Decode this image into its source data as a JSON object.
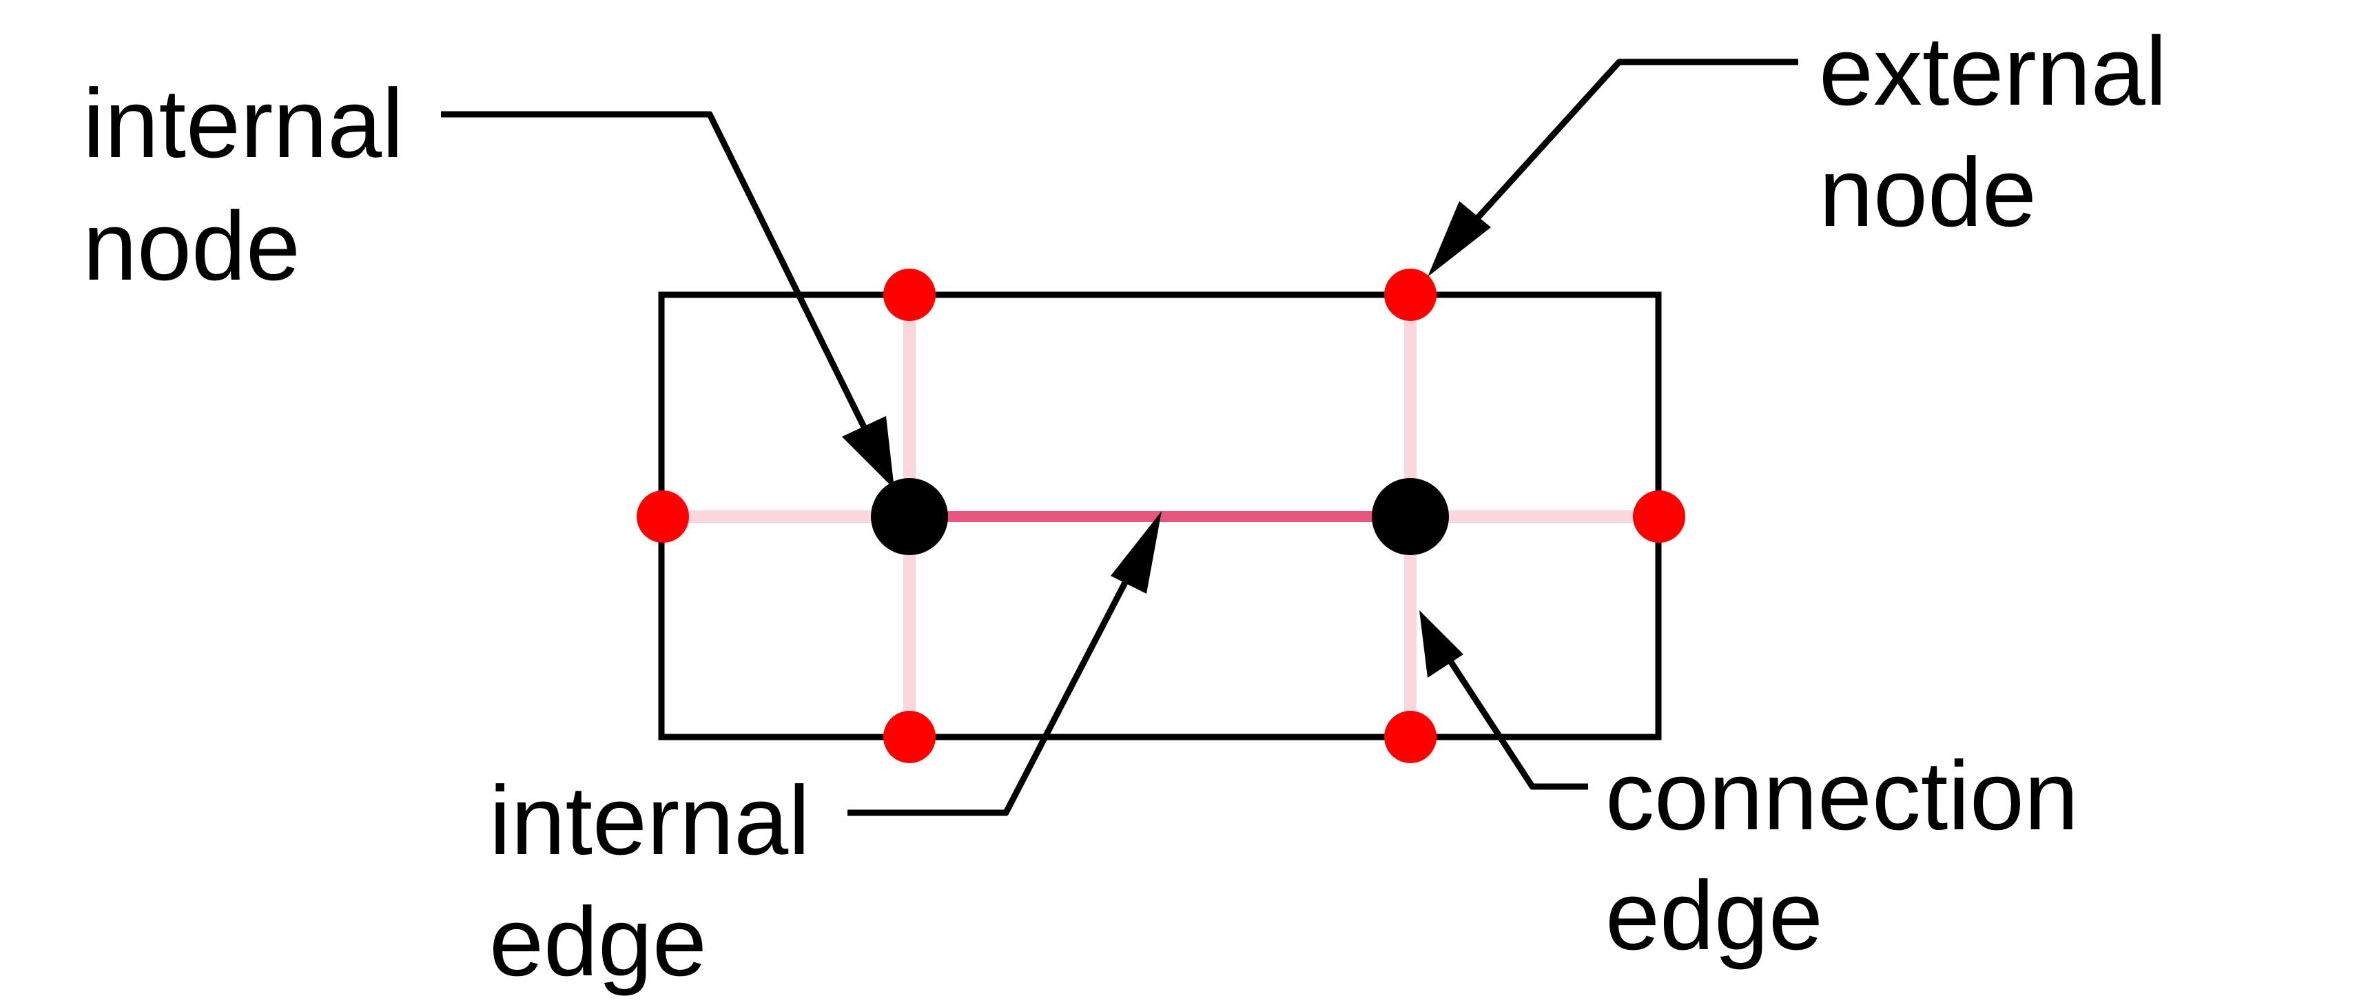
{
  "labels": {
    "internal_node": [
      "internal",
      "node"
    ],
    "external_node": [
      "external",
      "node"
    ],
    "internal_edge": [
      "internal",
      "edge"
    ],
    "connection_edge": [
      "connection",
      "edge"
    ]
  },
  "colors": {
    "background": "#ffffff",
    "outline": "#000000",
    "external_node": "#ff0000",
    "internal_node": "#000000",
    "connection_edge": "#f9d6dc",
    "internal_edge": "#e8567f",
    "label_text": "#000000",
    "arrow": "#000000"
  }
}
